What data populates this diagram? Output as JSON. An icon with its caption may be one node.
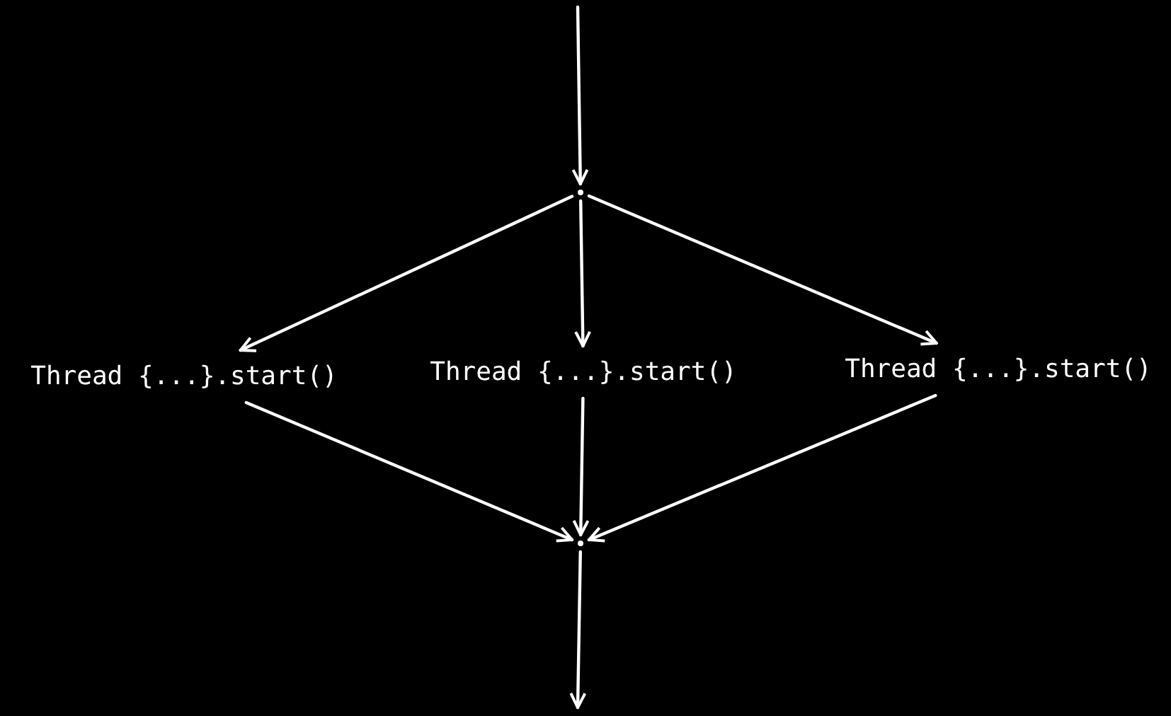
{
  "diagram": {
    "nodes": [
      {
        "text": [],
        "shape": "point"
      },
      {
        "text": [
          "Thread {...}.start()"
        ]
      },
      {
        "text": [
          "Thread {...}.start()"
        ]
      },
      {
        "text": [
          "Thread {...}.start()"
        ]
      },
      {
        "text": [],
        "shape": "point"
      }
    ],
    "edges": [
      {
        "from": null,
        "to": 0,
        "arrow": "to"
      },
      {
        "from": 0,
        "to": 1,
        "arrow": "to"
      },
      {
        "from": 0,
        "to": 2,
        "arrow": "to"
      },
      {
        "from": 0,
        "to": 3,
        "arrow": "to"
      },
      {
        "from": 1,
        "to": 4,
        "arrow": "to"
      },
      {
        "from": 2,
        "to": 4,
        "arrow": "to"
      },
      {
        "from": 3,
        "to": 4,
        "arrow": "to"
      },
      {
        "from": 4,
        "to": null,
        "arrow": "to"
      }
    ]
  }
}
